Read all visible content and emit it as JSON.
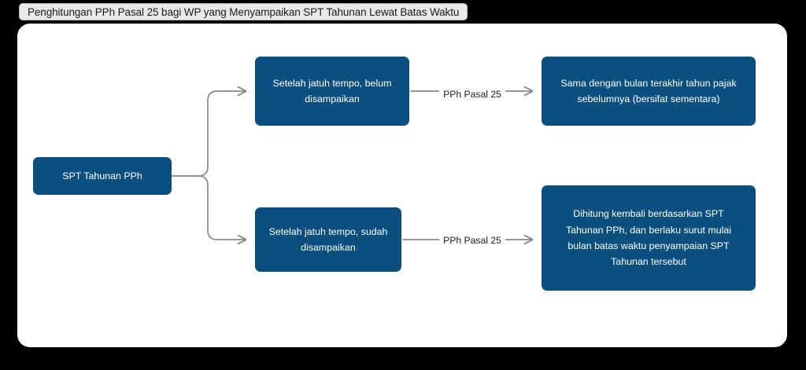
{
  "window": {
    "title": "Penghitungan PPh Pasal 25 bagi WP yang Menyampaikan SPT Tahunan Lewat  Batas Waktu"
  },
  "theme": {
    "node_fill": "#0b4f7f",
    "node_text": "#ffffff",
    "edge_stroke": "#8a8a8a",
    "canvas_bg": "#ffffff",
    "page_bg": "#000000",
    "title_badge_bg": "#e9e9e9",
    "label_text": "#1f1f1f"
  },
  "diagram": {
    "type": "flowchart",
    "direction": "left-to-right",
    "nodes": [
      {
        "id": "spt",
        "label": "SPT Tahunan PPh"
      },
      {
        "id": "belum",
        "label": "Setelah jatuh tempo, belum\ndisampaikan"
      },
      {
        "id": "sudah",
        "label": "Setelah jatuh tempo, sudah\ndisampaikan"
      },
      {
        "id": "sementara",
        "label": "Sama dengan bulan terakhir tahun pajak\nsebelumnya (bersifat sementara)"
      },
      {
        "id": "dihitung",
        "label": "Dihitung kembali berdasarkan SPT\nTahunan PPh, dan berlaku surut mulai\nbulan batas waktu penyampaian SPT\nTahunan tersebut"
      }
    ],
    "edges": [
      {
        "from": "spt",
        "to": "belum",
        "label": ""
      },
      {
        "from": "spt",
        "to": "sudah",
        "label": ""
      },
      {
        "from": "belum",
        "to": "sementara",
        "label": "PPh Pasal 25"
      },
      {
        "from": "sudah",
        "to": "dihitung",
        "label": "PPh Pasal 25"
      }
    ]
  }
}
